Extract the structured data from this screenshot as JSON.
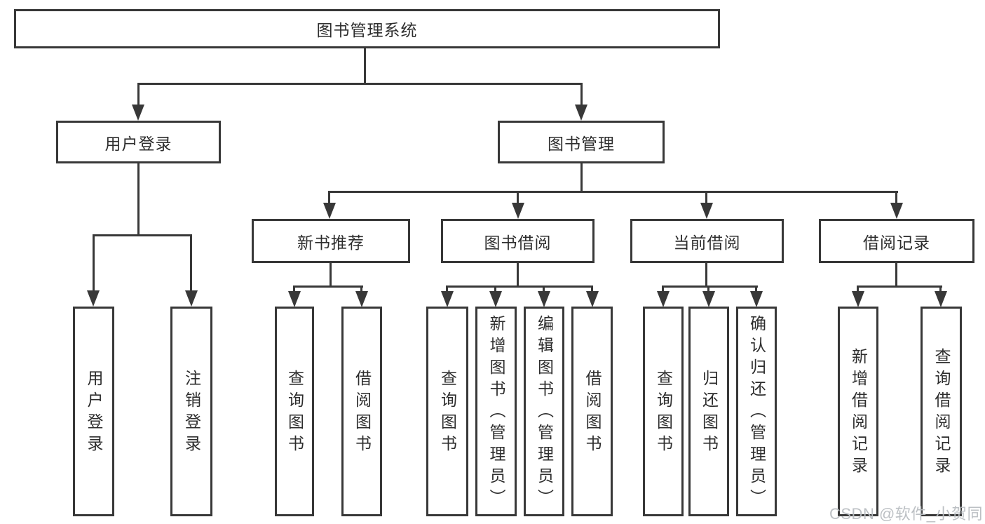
{
  "diagram": {
    "root": {
      "label": "图书管理系统"
    },
    "level2": [
      {
        "label": "用户登录"
      },
      {
        "label": "图书管理"
      }
    ],
    "level3": [
      {
        "label": "新书推荐"
      },
      {
        "label": "图书借阅"
      },
      {
        "label": "当前借阅"
      },
      {
        "label": "借阅记录"
      }
    ],
    "leaves": {
      "user_login": [
        "用户登录",
        "注销登录"
      ],
      "new_book": [
        "查询图书",
        "借阅图书"
      ],
      "book_borrow": [
        "查询图书",
        "新增图书（管理员）",
        "编辑图书（管理员）",
        "借阅图书"
      ],
      "current_borrow": [
        "查询图书",
        "归还图书",
        "确认归还（管理员）"
      ],
      "borrow_records": [
        "新增借阅记录",
        "查询借阅记录"
      ]
    }
  },
  "watermark": "CSDN @软件_小贺同学",
  "colors": {
    "line": "#383838",
    "box_border": "#383838",
    "text": "#2d2d2d",
    "background": "#ffffff",
    "watermark": "#b9bdc1"
  }
}
